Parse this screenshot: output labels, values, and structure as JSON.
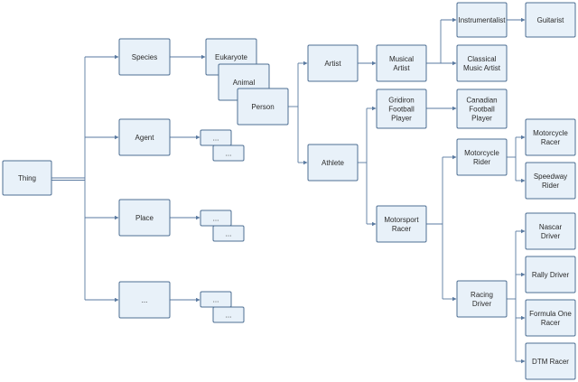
{
  "nodes": {
    "thing": "Thing",
    "species": "Species",
    "agent": "Agent",
    "place": "Place",
    "ellipsis_category": "...",
    "eukaryote": "Eukaryote",
    "animal": "Animal",
    "person": "Person",
    "agent_child_1": "...",
    "agent_child_2": "...",
    "place_child_1": "...",
    "place_child_2": "...",
    "ellipsis_child_1": "...",
    "ellipsis_child_2": "...",
    "artist": "Artist",
    "athlete": "Athlete",
    "musical_artist": [
      "Musical",
      "Artist"
    ],
    "instrumentalist": "Instrumentalist",
    "guitarist": "Guitarist",
    "classical_music_artist": [
      "Classical",
      "Music Artist"
    ],
    "gridiron_football_player": [
      "Gridiron",
      "Football",
      "Player"
    ],
    "canadian_football_player": [
      "Canadian",
      "Football",
      "Player"
    ],
    "motorsport_racer": [
      "Motorsport",
      "Racer"
    ],
    "motorcycle_rider": [
      "Motorcycle",
      "Rider"
    ],
    "motorcycle_racer": [
      "Motorcycle",
      "Racer"
    ],
    "speedway_rider": [
      "Speedway",
      "Rider"
    ],
    "racing_driver": [
      "Racing",
      "Driver"
    ],
    "nascar_driver": [
      "Nascar",
      "Driver"
    ],
    "rally_driver": "Rally Driver",
    "formula_one_racer": [
      "Formula One",
      "Racer"
    ],
    "dtm_racer": "DTM Racer"
  },
  "colors": {
    "node_fill": "#e8f1f9",
    "node_stroke": "#4e6f93",
    "edge": "#5a7aa0"
  }
}
